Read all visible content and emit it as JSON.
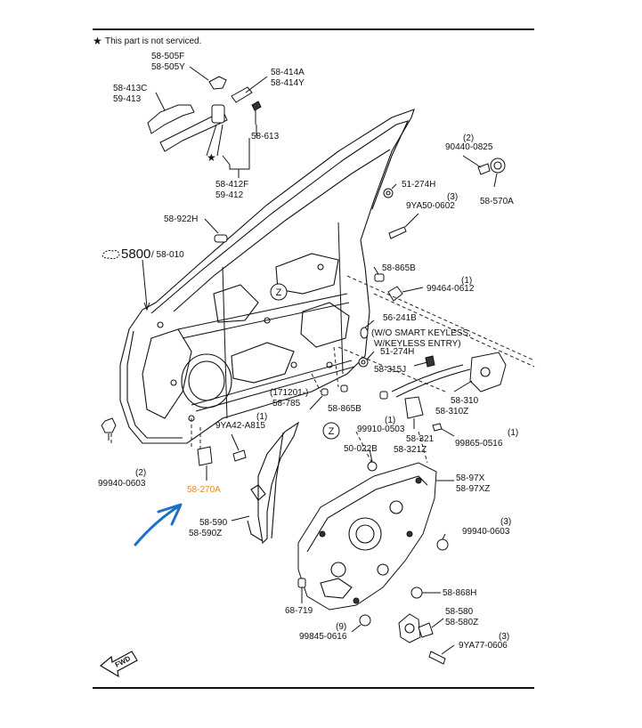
{
  "note": "This part is not serviced.",
  "labels": {
    "l505": "58-505F",
    "l505b": "58-505Y",
    "l414": "58-414A",
    "l414b": "58-414Y",
    "l413": "58-413C",
    "l413b": "59-413",
    "l613": "58-613",
    "l412": "58-412F",
    "l412b": "59-412",
    "q90440": "(2)",
    "l90440": "90440-0825",
    "l570": "58-570A",
    "l274a": "51-274H",
    "q9ya50": "(3)",
    "l9ya50": "9YA50-0602",
    "l922": "58-922H",
    "l5800": "5800",
    "l58010": "/ 58-010",
    "l865a": "58-865B",
    "q99464": "(1)",
    "l99464": "99464-0612",
    "l241": "56-241B",
    "l241n1": "(W/O SMART KEYLESS,",
    "l241n2": "W/KEYLESS ENTRY)",
    "l274b": "51-274H",
    "l315": "58-315J",
    "l310": "58-310",
    "l310b": "58-310Z",
    "l171201": "(171201-)",
    "l785": "58-785",
    "l865b": "58-865B",
    "q99910": "(1)",
    "l99910": "99910-0503",
    "l321": "58-321",
    "l321b": "58-321Z",
    "q99865": "(1)",
    "l99865": "99865-0516",
    "q9ya42": "(1)",
    "l9ya42": "9YA42-A815",
    "q99940a": "(2)",
    "l99940a": "99940-0603",
    "l022": "50-022B",
    "l97": "58-97X",
    "l97b": "58-97XZ",
    "l270": "58-270A",
    "l590": "58-590",
    "l590b": "58-590Z",
    "q99940b": "(3)",
    "l99940b": "99940-0603",
    "l868": "58-868H",
    "l719": "68-719",
    "l580": "58-580",
    "l580b": "58-580Z",
    "q99845": "(9)",
    "l99845": "99845-0616",
    "q9ya77": "(3)",
    "l9ya77": "9YA77-0606",
    "z1": "Z",
    "z2": "Z",
    "fwd": "FWD"
  },
  "colors": {
    "highlight": "#e0892b",
    "arrow": "#1f6fc4",
    "ink": "#111111"
  }
}
